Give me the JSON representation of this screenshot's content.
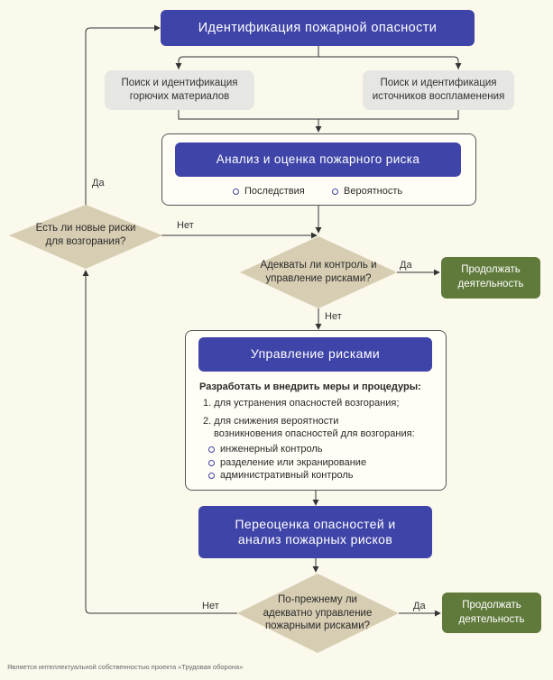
{
  "top_box": "Идентификация пожарной опасности",
  "search_left": "Поиск и идентификация горючих материалов",
  "search_right": "Поиск и идентификация источников воспламенения",
  "analysis": {
    "title": "Анализ и оценка пожарного риска",
    "factors": [
      "Последствия",
      "Вероятность"
    ]
  },
  "new_risks_question": "Есть ли новые риски для возгорания?",
  "adequate_question": "Адекваты ли контроль и управление рисками?",
  "continue_label": "Продолжать деятельность",
  "management": {
    "title": "Управление рисками",
    "subtitle": "Разработать и внедрить меры и процедуры:",
    "item1": "1. для устранения опасностей возгорания;",
    "item2_line1": "2. для снижения вероятности",
    "item2_line2": "возникновения опасностей для возгорания:",
    "subitems": [
      "инженерный контроль",
      "разделение или экранирование",
      "административный контроль"
    ]
  },
  "reassess": "Переоценка опасностей и анализ пожарных рисков",
  "still_adequate_question": "По-прежнему ли адекватно управление пожарными рисками?",
  "labels": {
    "yes": "Да",
    "no": "Нет"
  },
  "footer": "Является интеллектуальной собственностью проекта «Трудовая оборона»",
  "colors": {
    "blue": "#3f44a8",
    "green": "#5f7a3b",
    "diamond": "#d7cdb2",
    "grey": "#e6e6e2"
  }
}
